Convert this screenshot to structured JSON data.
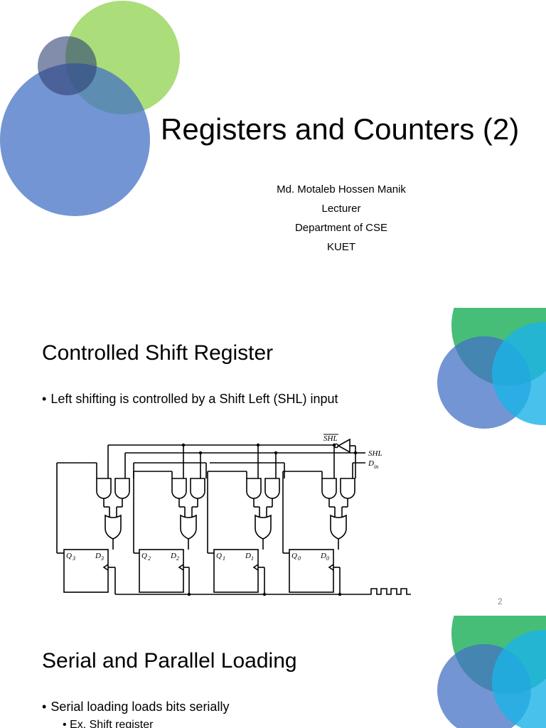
{
  "slide1": {
    "title": "Registers and Counters (2)",
    "author": "Md. Motaleb Hossen Manik",
    "role": "Lecturer",
    "department": "Department of CSE",
    "institution": "KUET",
    "colors": {
      "green": "#8fd14f",
      "blue": "#4472c4",
      "dark": "#3b4d7a"
    }
  },
  "slide2": {
    "title": "Controlled Shift Register",
    "bullet": "Left shifting is controlled by a Shift Left (SHL) input",
    "page_number": "2",
    "diagram": {
      "labels": {
        "shl_bar": "SHL",
        "shl": "SHL",
        "din": "D",
        "din_sub": "in"
      },
      "flipflops": [
        {
          "q": "Q",
          "q_sub": "3",
          "d": "D",
          "d_sub": "3"
        },
        {
          "q": "Q",
          "q_sub": "2",
          "d": "D",
          "d_sub": "2"
        },
        {
          "q": "Q",
          "q_sub": "1",
          "d": "D",
          "d_sub": "1"
        },
        {
          "q": "Q",
          "q_sub": "0",
          "d": "D",
          "d_sub": "0"
        }
      ]
    }
  },
  "slide3": {
    "title": "Serial and Parallel Loading",
    "bullet": "Serial loading loads bits serially",
    "sub_bullet": "Ex. Shift register"
  }
}
